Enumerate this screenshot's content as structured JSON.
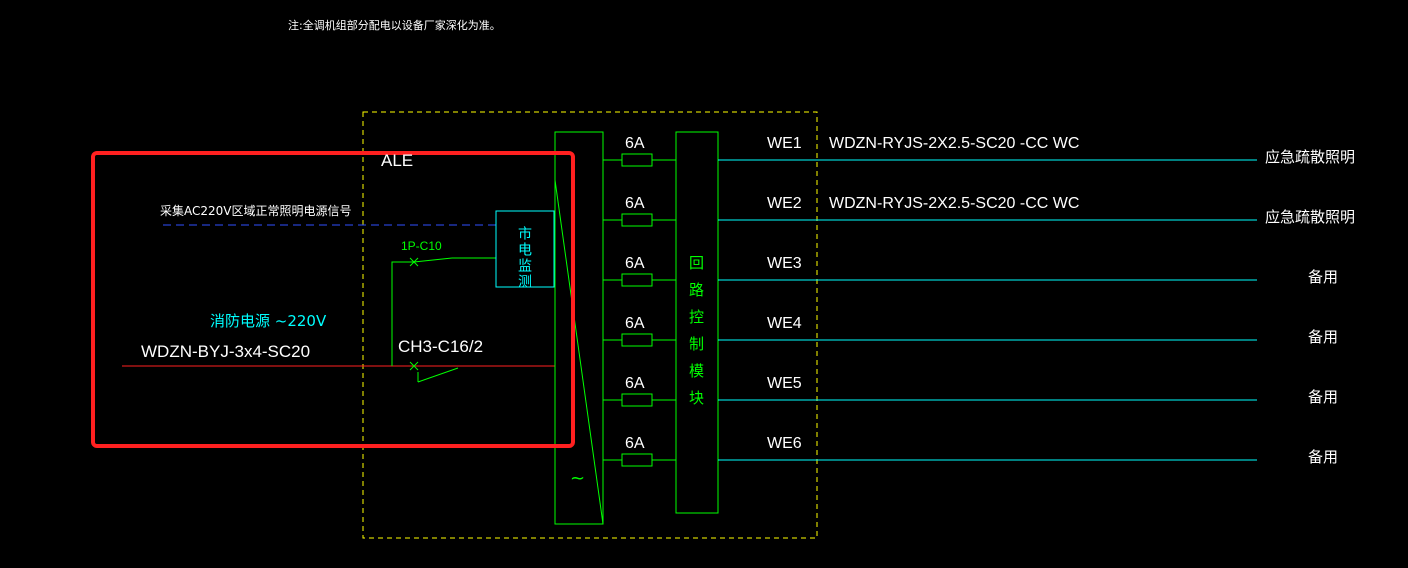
{
  "note": "注:全调机组部分配电以设备厂家深化为准。",
  "panel": {
    "name": "ALE",
    "controller_label": "市电监测",
    "module_label": "回路控制模块",
    "tilde": "~"
  },
  "incoming": {
    "signal_label": "采集AC220V区域正常照明电源信号",
    "source_label": "消防电源 ~220V",
    "cable": "WDZN-BYJ-3x4-SC20",
    "switch": "CH3-C16/2",
    "breaker": "1P-C10"
  },
  "circuits": [
    {
      "fuse": "6A",
      "id": "WE1",
      "cable": "WDZN-RYJS-2X2.5-SC20 -CC WC",
      "load": "应急疏散照明"
    },
    {
      "fuse": "6A",
      "id": "WE2",
      "cable": "WDZN-RYJS-2X2.5-SC20 -CC WC",
      "load": "应急疏散照明"
    },
    {
      "fuse": "6A",
      "id": "WE3",
      "cable": "",
      "load": "备用"
    },
    {
      "fuse": "6A",
      "id": "WE4",
      "cable": "",
      "load": "备用"
    },
    {
      "fuse": "6A",
      "id": "WE5",
      "cable": "",
      "load": "备用"
    },
    {
      "fuse": "6A",
      "id": "WE6",
      "cable": "",
      "load": "备用"
    }
  ],
  "colors": {
    "background": "#000000",
    "panel_border": "#ffff00",
    "wire": "#00ffff",
    "component": "#00ff00",
    "incoming_wire": "#ff0000",
    "highlight": "#ff2020",
    "signal": "#0000ff"
  }
}
